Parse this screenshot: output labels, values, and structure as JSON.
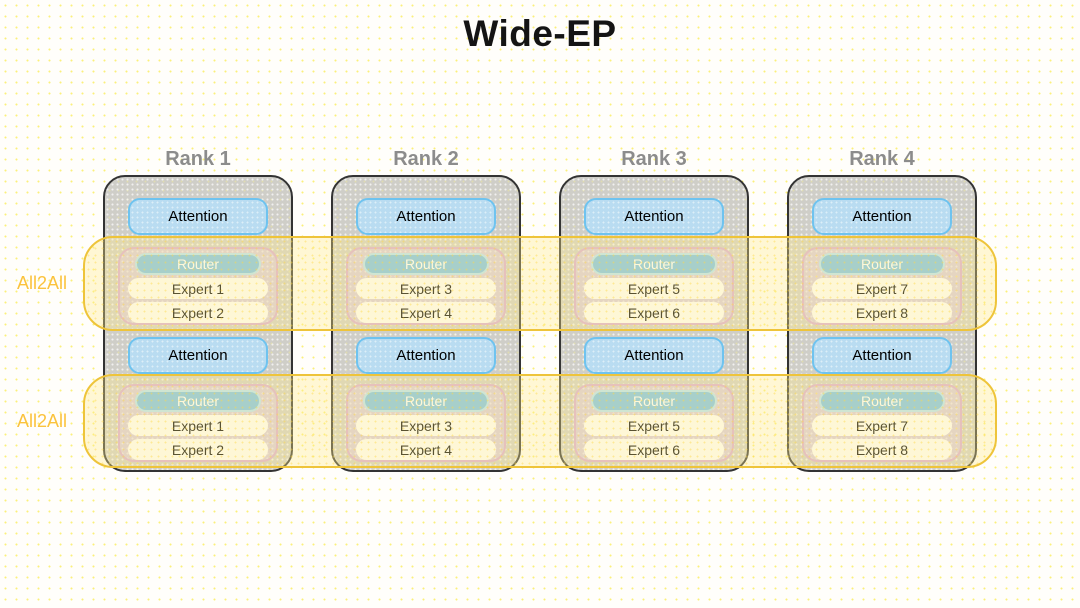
{
  "title": "Wide-EP",
  "all2all": {
    "bands": [
      {
        "label": "All2All"
      },
      {
        "label": "All2All"
      }
    ]
  },
  "ranks": [
    {
      "label": "Rank 1",
      "groups": [
        {
          "attention": "Attention",
          "router": "Router",
          "experts": [
            "Expert 1",
            "Expert 2"
          ]
        },
        {
          "attention": "Attention",
          "router": "Router",
          "experts": [
            "Expert 1",
            "Expert 2"
          ]
        }
      ]
    },
    {
      "label": "Rank 2",
      "groups": [
        {
          "attention": "Attention",
          "router": "Router",
          "experts": [
            "Expert 3",
            "Expert 4"
          ]
        },
        {
          "attention": "Attention",
          "router": "Router",
          "experts": [
            "Expert 3",
            "Expert 4"
          ]
        }
      ]
    },
    {
      "label": "Rank 3",
      "groups": [
        {
          "attention": "Attention",
          "router": "Router",
          "experts": [
            "Expert 5",
            "Expert 6"
          ]
        },
        {
          "attention": "Attention",
          "router": "Router",
          "experts": [
            "Expert 5",
            "Expert 6"
          ]
        }
      ]
    },
    {
      "label": "Rank 4",
      "groups": [
        {
          "attention": "Attention",
          "router": "Router",
          "experts": [
            "Expert 7",
            "Expert 8"
          ]
        },
        {
          "attention": "Attention",
          "router": "Router",
          "experts": [
            "Expert 7",
            "Expert 8"
          ]
        }
      ]
    }
  ],
  "colors": {
    "title_text": "#141414",
    "rank_title_text": "#8c8c8c",
    "rank_box_fill": "#cfcec8",
    "rank_box_border": "#333333",
    "attention_fill": "#b9dcf1",
    "attention_border": "#6fc3ef",
    "moe_fill": "#d8cade",
    "moe_border": "#d9abd6",
    "router_fill": "#79c1eb",
    "router_text": "#ffffff",
    "expert_fill": "#fefdfd",
    "band_border": "#eec43a",
    "band_fill": "rgba(255,234,140,0.35)",
    "all2all_text": "#fbc33d"
  }
}
